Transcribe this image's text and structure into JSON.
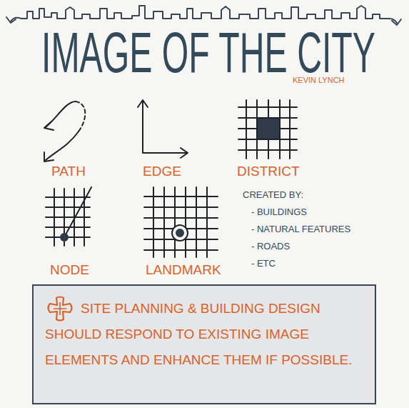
{
  "diagram": {
    "title": "IMAGE OF THE CITY",
    "nodes": [
      {
        "text": [
          "SITE PLANNING & BUILDING DESIGN SHOULD RESPOND TO EXISTING IMAGE ELEMENTS AND ENHANCE THEM IF POSSIBLE."
        ]
      }
    ],
    "labels": [
      "KEVIN LYNCH",
      "PATH",
      "EDGE",
      "DISTRICT",
      "NODE",
      "LANDMARK",
      "CREATED BY:",
      "- BUILDINGS",
      "- NATURAL FEATURES",
      "- ROADS",
      "- ETC"
    ]
  }
}
